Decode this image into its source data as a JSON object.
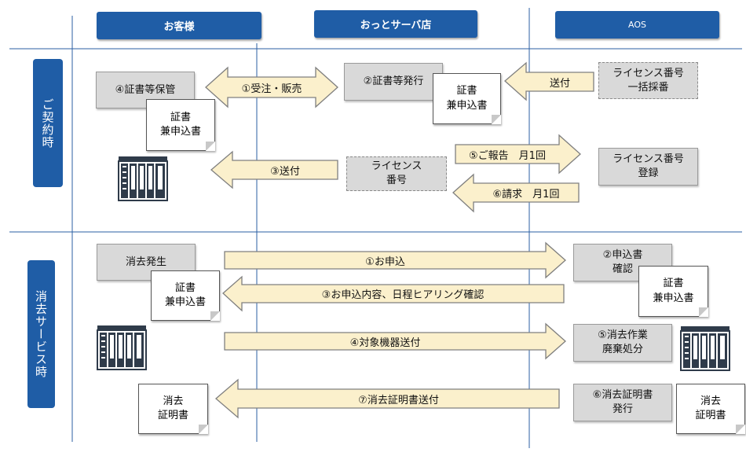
{
  "headers": {
    "customer": "お客様",
    "store": "おっとサーバ店",
    "aos": "AOS"
  },
  "sections": {
    "contract": "ご契約時",
    "erase": "消去サービス時"
  },
  "contract": {
    "boxes": {
      "cert_storage": "④証書等保管",
      "cert_issue": "②証書等発行",
      "license_bulk": "ライセンス番号\n一括採番",
      "license_number": "ライセンス\n番号",
      "license_register": "ライセンス番号\n登録"
    },
    "docs": {
      "customer_doc": "証書\n兼申込書",
      "store_doc": "証書\n兼申込書"
    },
    "arrows": {
      "order_sales": "①受注・販売",
      "send_from_aos": "送付",
      "send_to_customer": "③送付",
      "report": "⑤ご報告　月1回",
      "invoice": "⑥請求　月1回"
    }
  },
  "erase": {
    "boxes": {
      "erase_occur": "消去発生",
      "app_confirm": "②申込書\n確認",
      "erase_work": "⑤消去作業\n廃棄処分",
      "cert_issue": "⑥消去証明書\n発行"
    },
    "docs": {
      "customer_doc": "証書\n兼申込書",
      "aos_doc": "証書\n兼申込書",
      "customer_cert": "消去\n証明書",
      "aos_cert": "消去\n証明書"
    },
    "arrows": {
      "apply": "①お申込",
      "hearing": "③お申込内容、日程ヒアリング確認",
      "ship": "④対象機器送付",
      "cert_send": "⑦消去証明書送付"
    }
  },
  "colors": {
    "header": "#1f5da6",
    "arrow_fill": "#fbf0cc",
    "arrow_stroke": "#7f7f7f",
    "box": "#d9d9d9",
    "line": "#2b5fa3"
  },
  "icons": [
    "server-icon"
  ]
}
